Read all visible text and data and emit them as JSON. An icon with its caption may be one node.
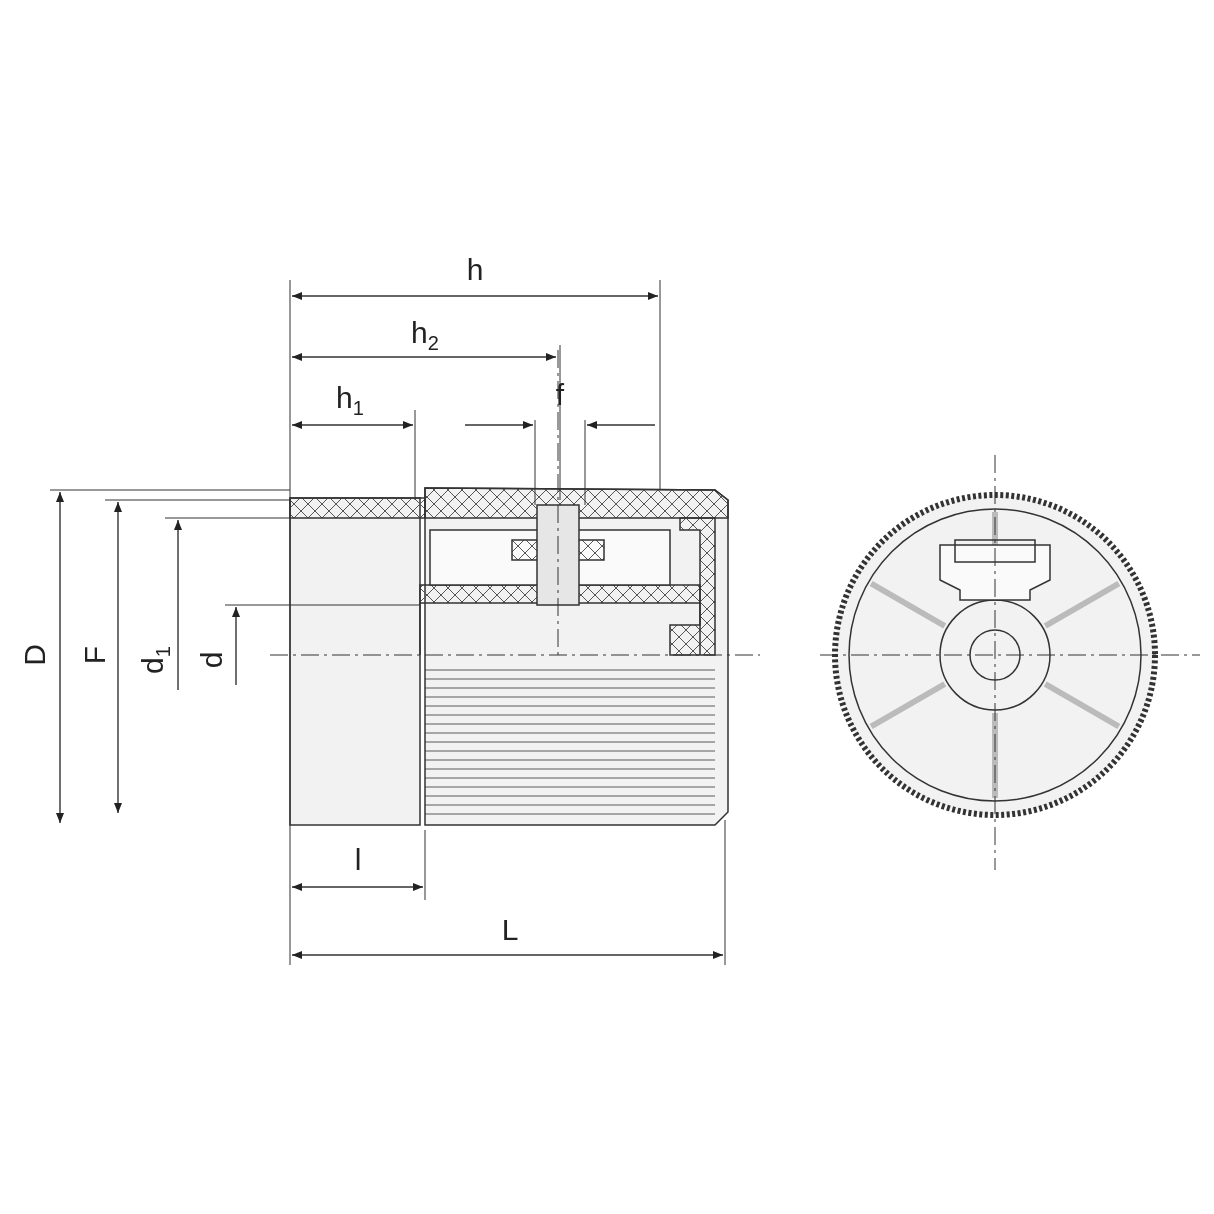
{
  "diagram": {
    "labels": [
      "h",
      "h$_{2}$",
      "h$_{1}$",
      "f",
      "D",
      "F",
      "d$_{1}$",
      "d",
      "l",
      "L"
    ]
  }
}
